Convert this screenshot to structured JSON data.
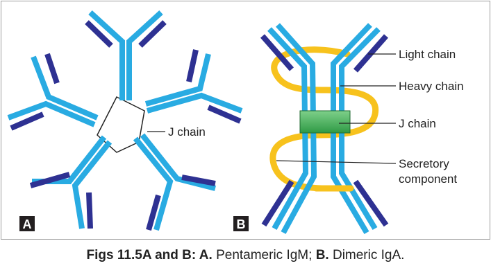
{
  "panel_a": {
    "letter": "A",
    "labels": {
      "j_chain": "J chain"
    }
  },
  "panel_b": {
    "letter": "B",
    "labels": {
      "light_chain": "Light chain",
      "heavy_chain": "Heavy chain",
      "j_chain": "J chain",
      "secretory_line1": "Secretory",
      "secretory_line2": "component"
    }
  },
  "caption": {
    "prefix": "Figs 11.5A and B: A.",
    "part_a": " Pentameric IgM; ",
    "b_marker": "B.",
    "part_b": " Dimeric IgA."
  },
  "colors": {
    "heavy_chain": "#29abe2",
    "light_chain": "#2e3192",
    "secretory_component": "#f7c21d",
    "j_chain": "#3aa84b",
    "panel_letter_bg": "#231f20"
  }
}
